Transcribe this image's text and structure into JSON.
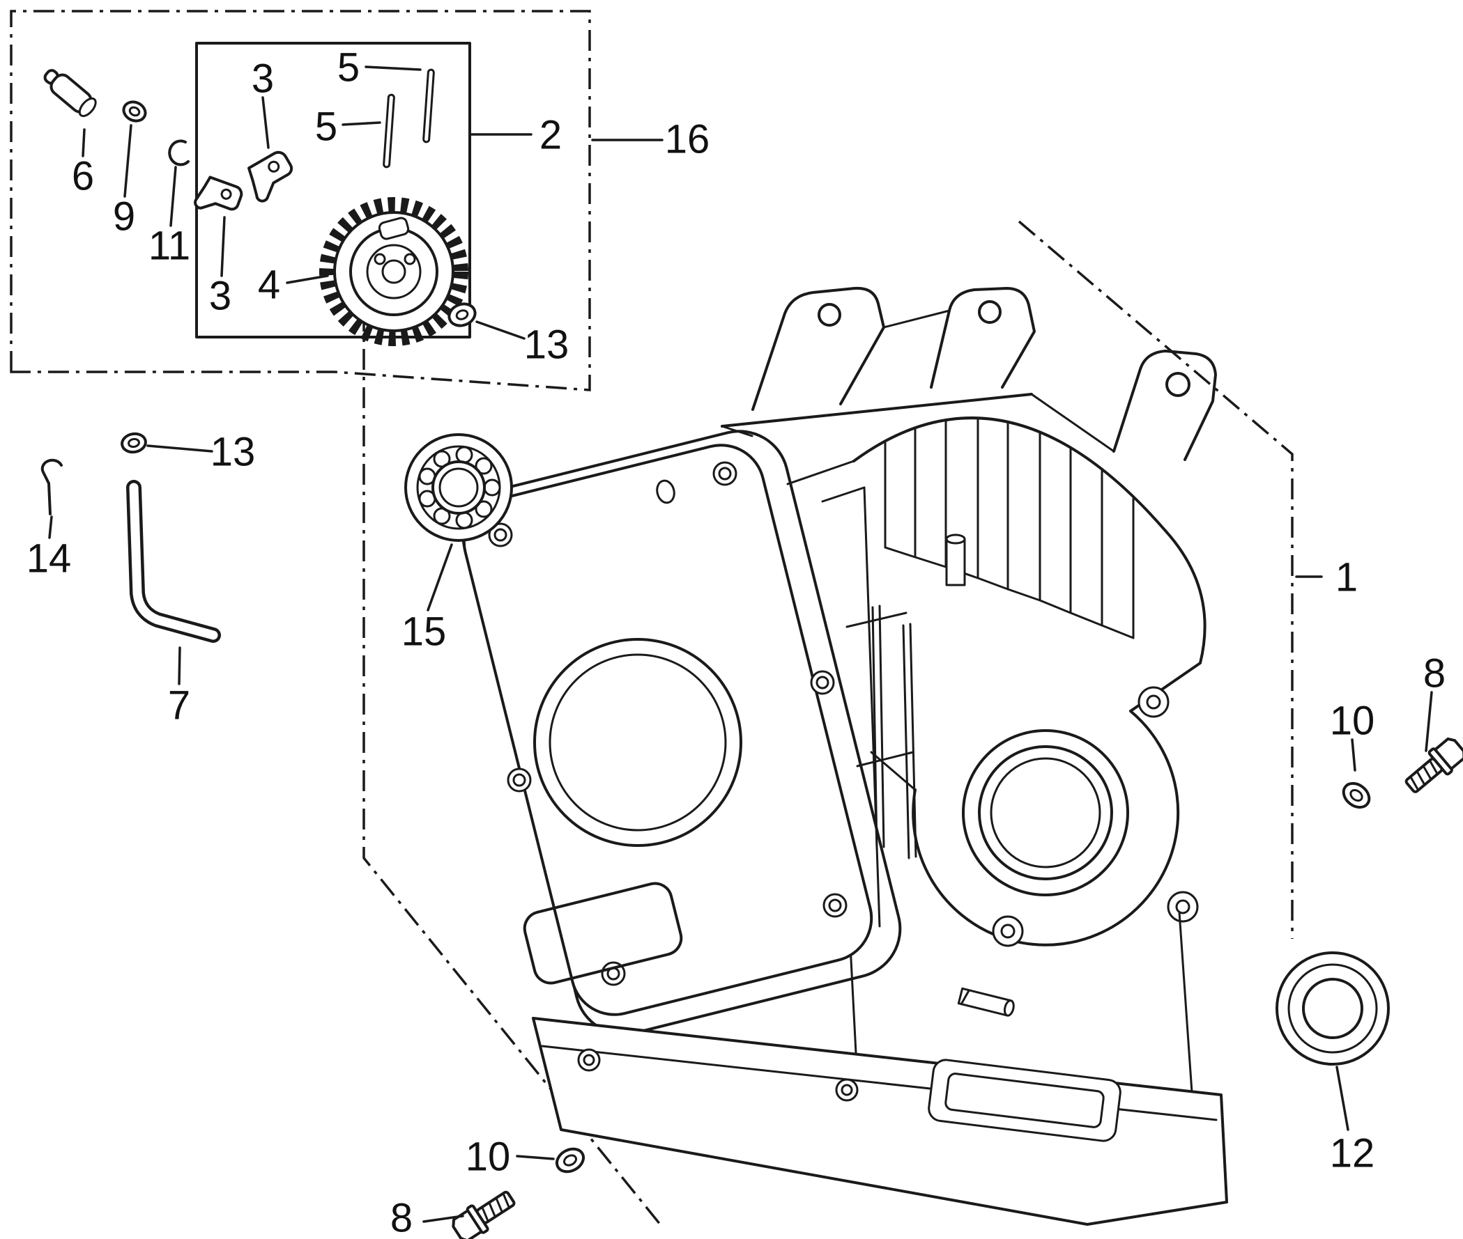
{
  "page": {
    "background": "#ffffff",
    "ink": "#1a1a1a"
  },
  "diagram": {
    "type": "exploded-parts-diagram",
    "callouts": [
      {
        "id": "callout-6",
        "label": "6"
      },
      {
        "id": "callout-9",
        "label": "9"
      },
      {
        "id": "callout-11",
        "label": "11"
      },
      {
        "id": "callout-3-upper",
        "label": "3"
      },
      {
        "id": "callout-3-lower",
        "label": "3"
      },
      {
        "id": "callout-4",
        "label": "4"
      },
      {
        "id": "callout-5-upper",
        "label": "5"
      },
      {
        "id": "callout-5-lower",
        "label": "5"
      },
      {
        "id": "callout-2",
        "label": "2"
      },
      {
        "id": "callout-16",
        "label": "16"
      },
      {
        "id": "callout-13-upper",
        "label": "13"
      },
      {
        "id": "callout-13-left",
        "label": "13"
      },
      {
        "id": "callout-14",
        "label": "14"
      },
      {
        "id": "callout-7",
        "label": "7"
      },
      {
        "id": "callout-15",
        "label": "15"
      },
      {
        "id": "callout-1",
        "label": "1"
      },
      {
        "id": "callout-8-right",
        "label": "8"
      },
      {
        "id": "callout-10-right",
        "label": "10"
      },
      {
        "id": "callout-12",
        "label": "12"
      },
      {
        "id": "callout-10-bottom",
        "label": "10"
      },
      {
        "id": "callout-8-bottom",
        "label": "8"
      }
    ]
  }
}
